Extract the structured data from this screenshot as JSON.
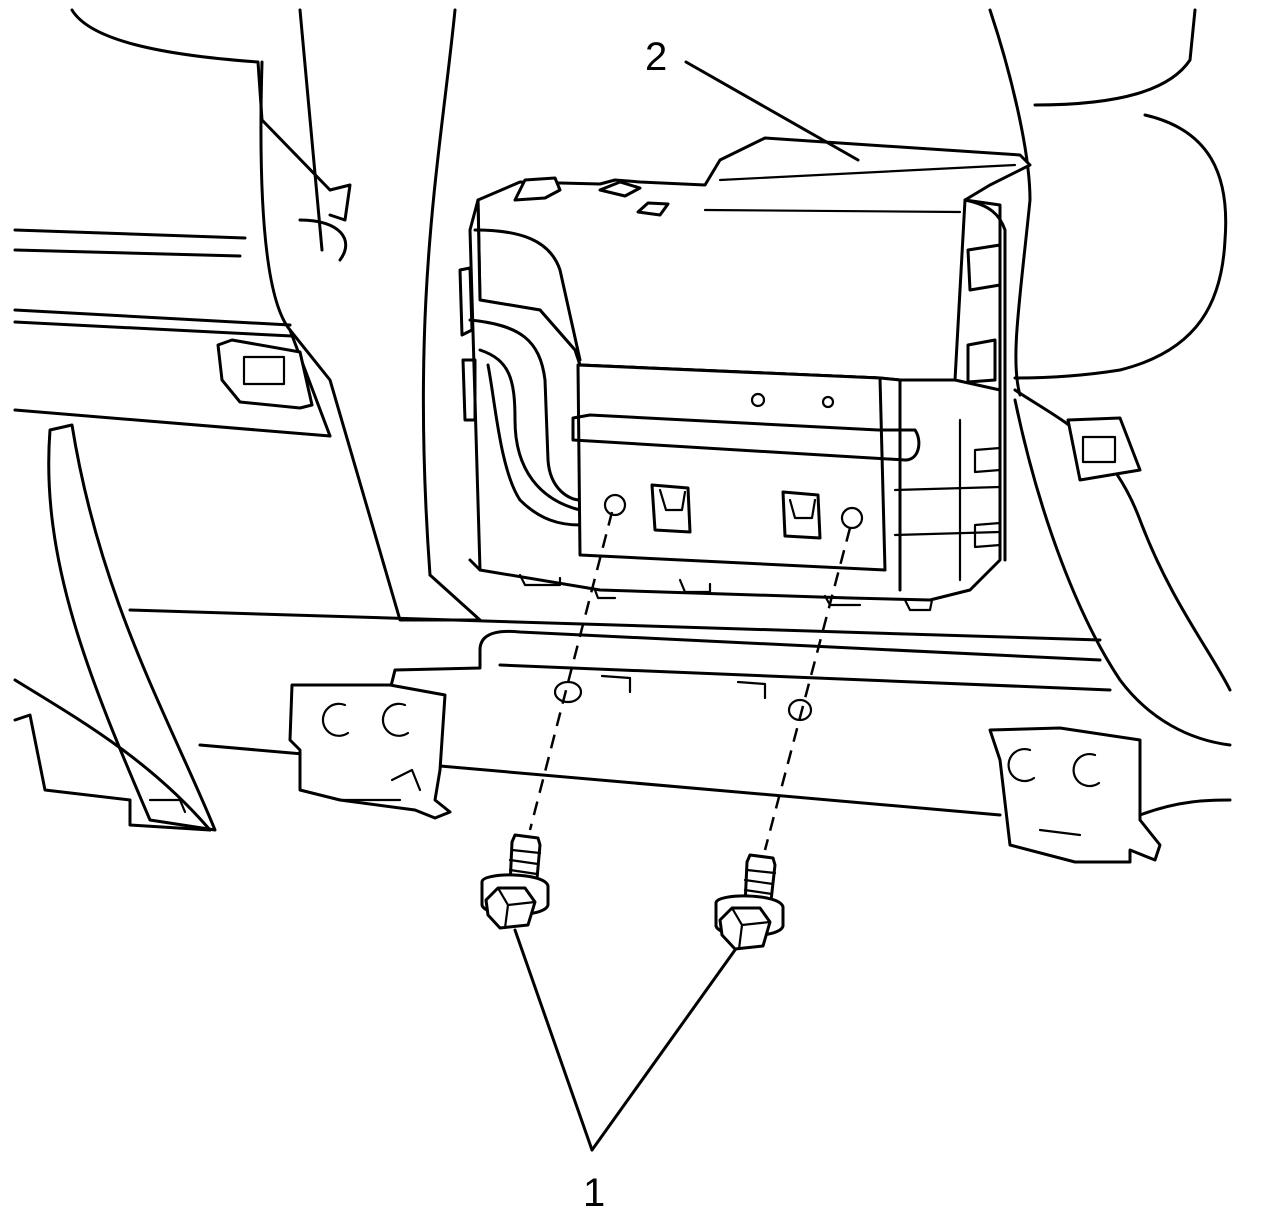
{
  "diagram": {
    "callouts": [
      {
        "id": "fastener",
        "label": "1"
      },
      {
        "id": "module",
        "label": "2"
      }
    ],
    "colors": {
      "line": "#000000",
      "background": "#ffffff"
    }
  }
}
